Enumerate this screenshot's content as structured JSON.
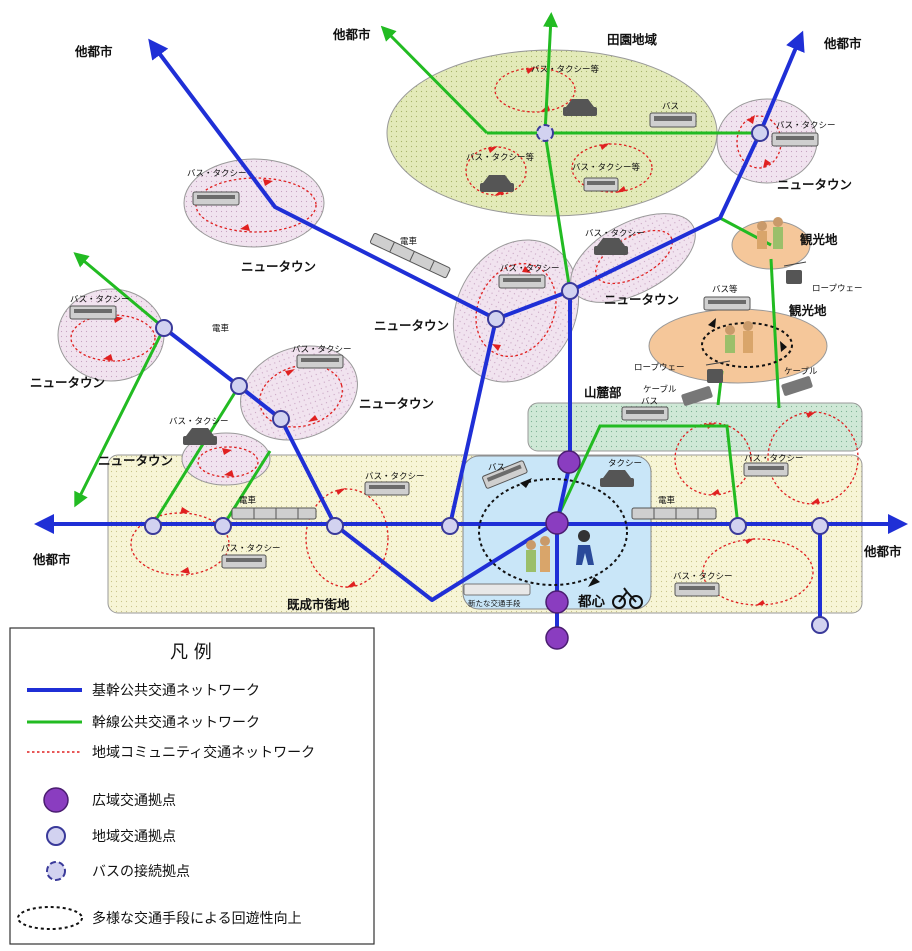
{
  "colors": {
    "trunk": "#1f2fd6",
    "branch": "#22bb22",
    "community": "#e02020",
    "wide_hub": "#8a3dc0",
    "local_hub": "#d2d2f0",
    "urban_area": "#f7f5d6",
    "rural_area": "#e3eab9",
    "newtown": "#f1e3ef",
    "tourist": "#f5c79a",
    "foothill": "#cfe8d6",
    "center": "#c9e6f8"
  },
  "labels": {
    "other_city": "他都市",
    "rural": "田園地域",
    "newtown": "ニュータウン",
    "tourist": "観光地",
    "foothill": "山麓部",
    "urban": "既成市街地",
    "center": "都心"
  },
  "vehicles": {
    "bus_taxi": "バス・タクシー",
    "bus_taxi_etc": "バス・タクシー等",
    "bus": "バス",
    "bus_etc": "バス等",
    "train": "電車",
    "ropeway": "ロープウェー",
    "cable": "ケーブル",
    "taxi": "タクシー",
    "new_mode": "新たな交通手段"
  },
  "legend": {
    "title": "凡 例",
    "items": [
      {
        "key": "trunk",
        "label": "基幹公共交通ネットワーク",
        "icon": "blue-line"
      },
      {
        "key": "branch",
        "label": "幹線公共交通ネットワーク",
        "icon": "green-line"
      },
      {
        "key": "community",
        "label": "地域コミュニティ交通ネットワーク",
        "icon": "red-dotted-line"
      },
      {
        "key": "wide_hub",
        "label": "広域交通拠点",
        "icon": "purple-circle"
      },
      {
        "key": "local_hub",
        "label": "地域交通拠点",
        "icon": "lavender-circle"
      },
      {
        "key": "bus_hub",
        "label": "バスの接続拠点",
        "icon": "dashed-circle"
      },
      {
        "key": "loop",
        "label": "多様な交通手段による回遊性向上",
        "icon": "dotted-ellipse"
      }
    ]
  }
}
